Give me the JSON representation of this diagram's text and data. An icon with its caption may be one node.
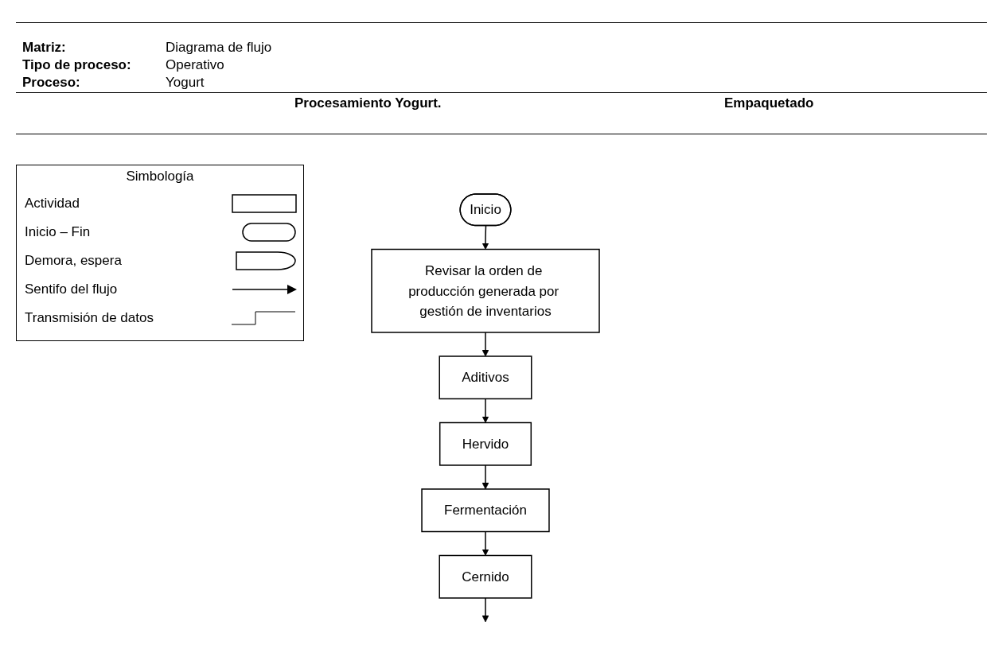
{
  "diagram": {
    "nodes": [
      {
        "text": [
          "Inicio"
        ]
      },
      {
        "text": [
          "Revisar la orden de producción generada por gestión de inventarios"
        ]
      },
      {
        "text": [
          "Aditivos"
        ]
      },
      {
        "text": [
          "Hervido"
        ]
      },
      {
        "text": [
          "Fermentación"
        ]
      },
      {
        "text": [
          "Cernido"
        ]
      }
    ],
    "edges": [
      {
        "from": 0,
        "to": 1,
        "arrow": "to"
      },
      {
        "from": 1,
        "to": 2,
        "arrow": "to"
      },
      {
        "from": 2,
        "to": 3,
        "arrow": "to"
      },
      {
        "from": 3,
        "to": 4,
        "arrow": "to"
      },
      {
        "from": 4,
        "to": 5,
        "arrow": "to"
      },
      {
        "from": 5,
        "to": null,
        "arrow": "to"
      }
    ],
    "labels": [
      "Matriz:",
      "Diagrama de flujo",
      "Tipo de proceso:",
      "Operativo",
      "Proceso:",
      "Yogurt",
      "Procesamiento Yogurt.",
      "Empaquetado",
      "Simbología"
    ],
    "legend": [
      {
        "text": "Actividad"
      },
      {
        "text": "Inicio – Fin"
      },
      {
        "text": "Demora, espera"
      },
      {
        "text": "Sentifo del flujo"
      },
      {
        "text": "Transmisión de datos"
      }
    ]
  }
}
